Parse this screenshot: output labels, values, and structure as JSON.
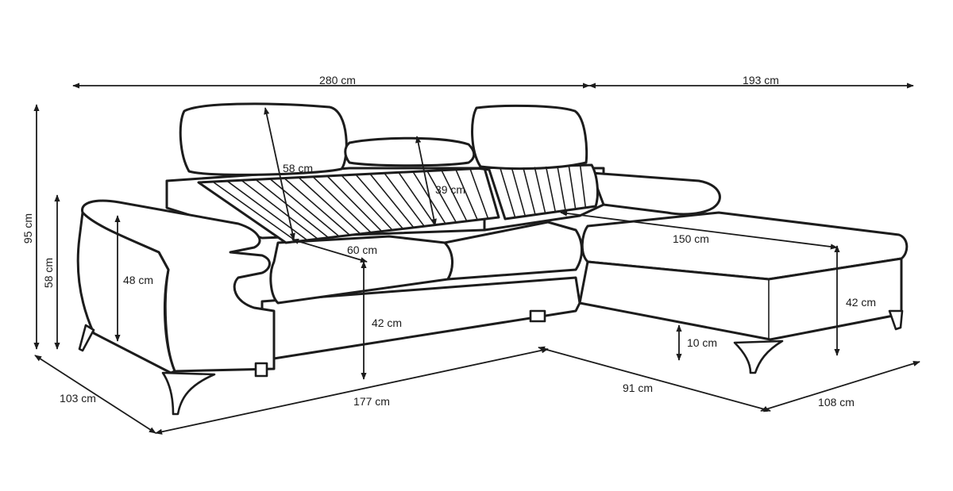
{
  "colors": {
    "line": "#1c1c1c",
    "background": "#ffffff"
  },
  "dimensions": {
    "total_length": "280 cm",
    "chaise_depth_total": "193 cm",
    "total_height": "95 cm",
    "back_height": "58 cm",
    "armrest_height": "48 cm",
    "headrest_adjust": "58 cm",
    "headrest_raise": "39 cm",
    "seat_depth": "60 cm",
    "seat_height": "42 cm",
    "depth": "103 cm",
    "front_length": "177 cm",
    "chaise_seat_length": "150 cm",
    "chaise_height": "42 cm",
    "leg_height": "10 cm",
    "chaise_front": "91 cm",
    "chaise_side": "108 cm"
  }
}
